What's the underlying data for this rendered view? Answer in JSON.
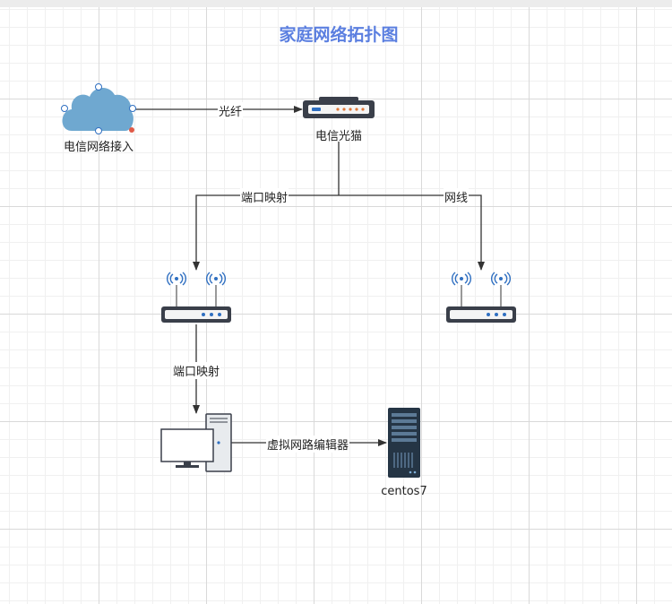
{
  "title": "家庭网络拓扑图",
  "nodes": {
    "cloud": {
      "label": "电信网络接入",
      "icon": "cloud-icon"
    },
    "modem": {
      "label": "电信光猫",
      "icon": "optical-modem-icon"
    },
    "router_left": {
      "label": "",
      "icon": "wifi-router-icon"
    },
    "router_right": {
      "label": "",
      "icon": "wifi-router-icon"
    },
    "pc": {
      "label": "",
      "icon": "desktop-computer-icon"
    },
    "server": {
      "label": "centos7",
      "icon": "server-rack-icon"
    }
  },
  "edges": {
    "cloud_modem": "光纤",
    "modem_router_left": "端口映射",
    "modem_router_right": "网线",
    "router_pc": "端口映射",
    "pc_server": "虚拟网路编辑器"
  },
  "colors": {
    "title": "#5b7fe0",
    "cloud": "#6fa8d0",
    "device_dark": "#3a3f4a",
    "antenna_blue": "#2f6fc1",
    "server_dark": "#253545",
    "server_panel": "#5c7a96"
  }
}
